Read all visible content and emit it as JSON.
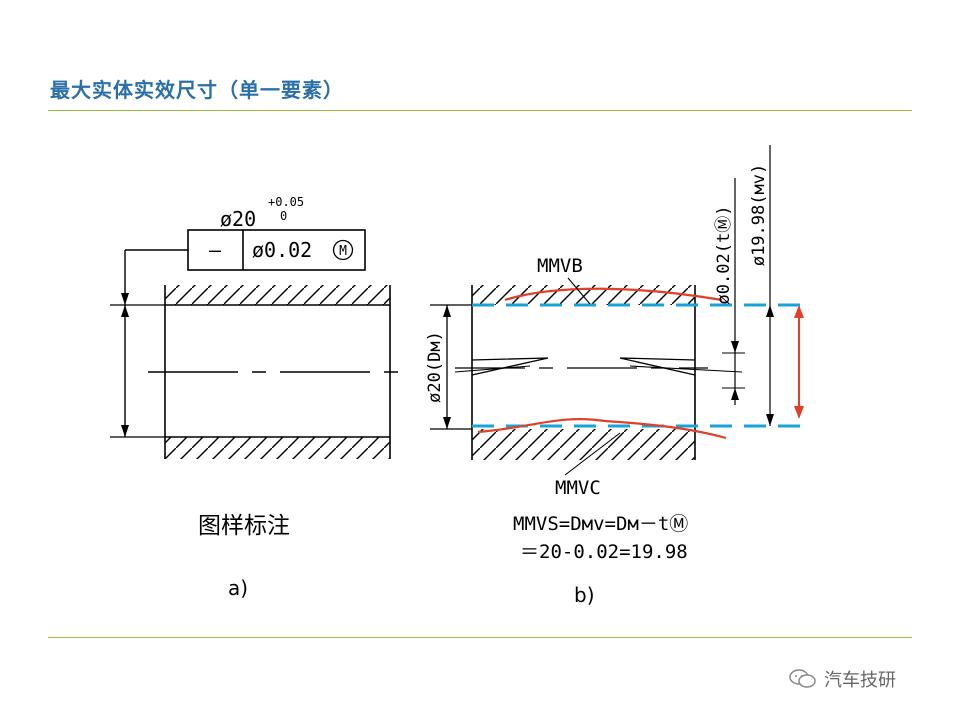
{
  "slide": {
    "title": "最大实体实效尺寸（单一要素）"
  },
  "figure_a": {
    "dimension_base": "ø20",
    "tol_upper": "+0.05",
    "tol_lower": "0",
    "fcf_symbol": "—",
    "fcf_tolerance": "ø0.02",
    "fcf_modifier": "M",
    "caption": "图样标注",
    "label": "a)"
  },
  "figure_b": {
    "mmvb_label": "MMVB",
    "mmvc_label": "MMVC",
    "dim_left": "ø20(Dм)",
    "dim_right_small": "ø0.02(tⓂ)",
    "dim_right_large": "ø19.98(мv)",
    "formula_line1": "MMVS=Dмv=Dм－tⓂ",
    "formula_line2": "＝20-0.02=19.98",
    "label": "b)"
  },
  "watermark": {
    "text": "汽车技研"
  },
  "colors": {
    "title": "#2b6fa8",
    "rule": "#9bbb3a",
    "dashed_boundary": "#1aa3d9",
    "red_marks": "#e0402a"
  }
}
